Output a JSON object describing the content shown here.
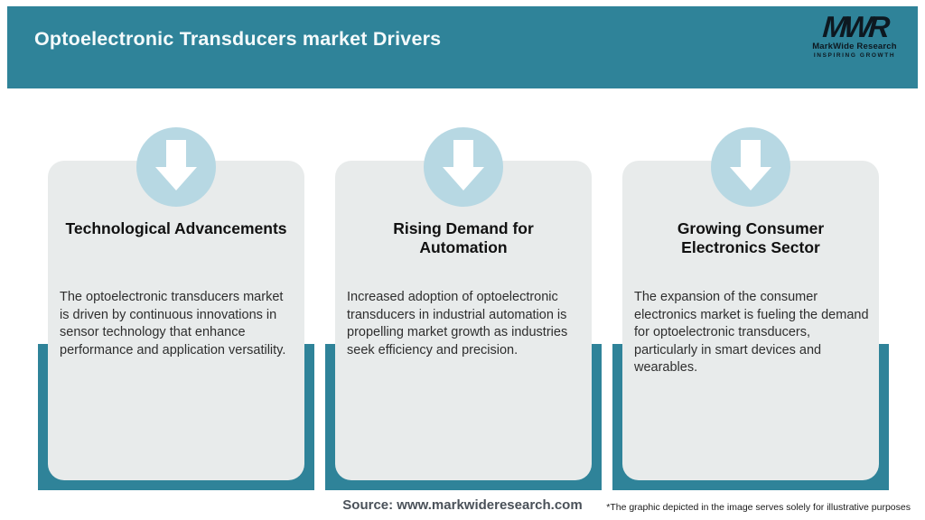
{
  "header": {
    "title": "Optoelectronic Transducers market Drivers"
  },
  "logo": {
    "monogram": "MWR",
    "name": "MarkWide Research",
    "tagline": "INSPIRING GROWTH"
  },
  "cards": [
    {
      "title": "Technological Advancements",
      "body": "The optoelectronic transducers market is driven by continuous innovations in sensor technology that enhance performance and application versatility."
    },
    {
      "title": "Rising Demand for\nAutomation",
      "body": "Increased adoption of optoelectronic transducers in industrial automation is propelling market growth as industries seek efficiency and precision."
    },
    {
      "title": "Growing Consumer\nElectronics Sector",
      "body": "The expansion of the consumer electronics market is fueling the demand for optoelectronic transducers, particularly in smart devices and wearables."
    }
  ],
  "footer": {
    "source": "Source: www.markwideresearch.com",
    "disclaimer": "*The graphic depicted in the image serves solely for illustrative purposes"
  },
  "colors": {
    "teal": "#2F8399",
    "card_bg": "#E8EBEB",
    "circle_blue": "#B7D8E3"
  }
}
